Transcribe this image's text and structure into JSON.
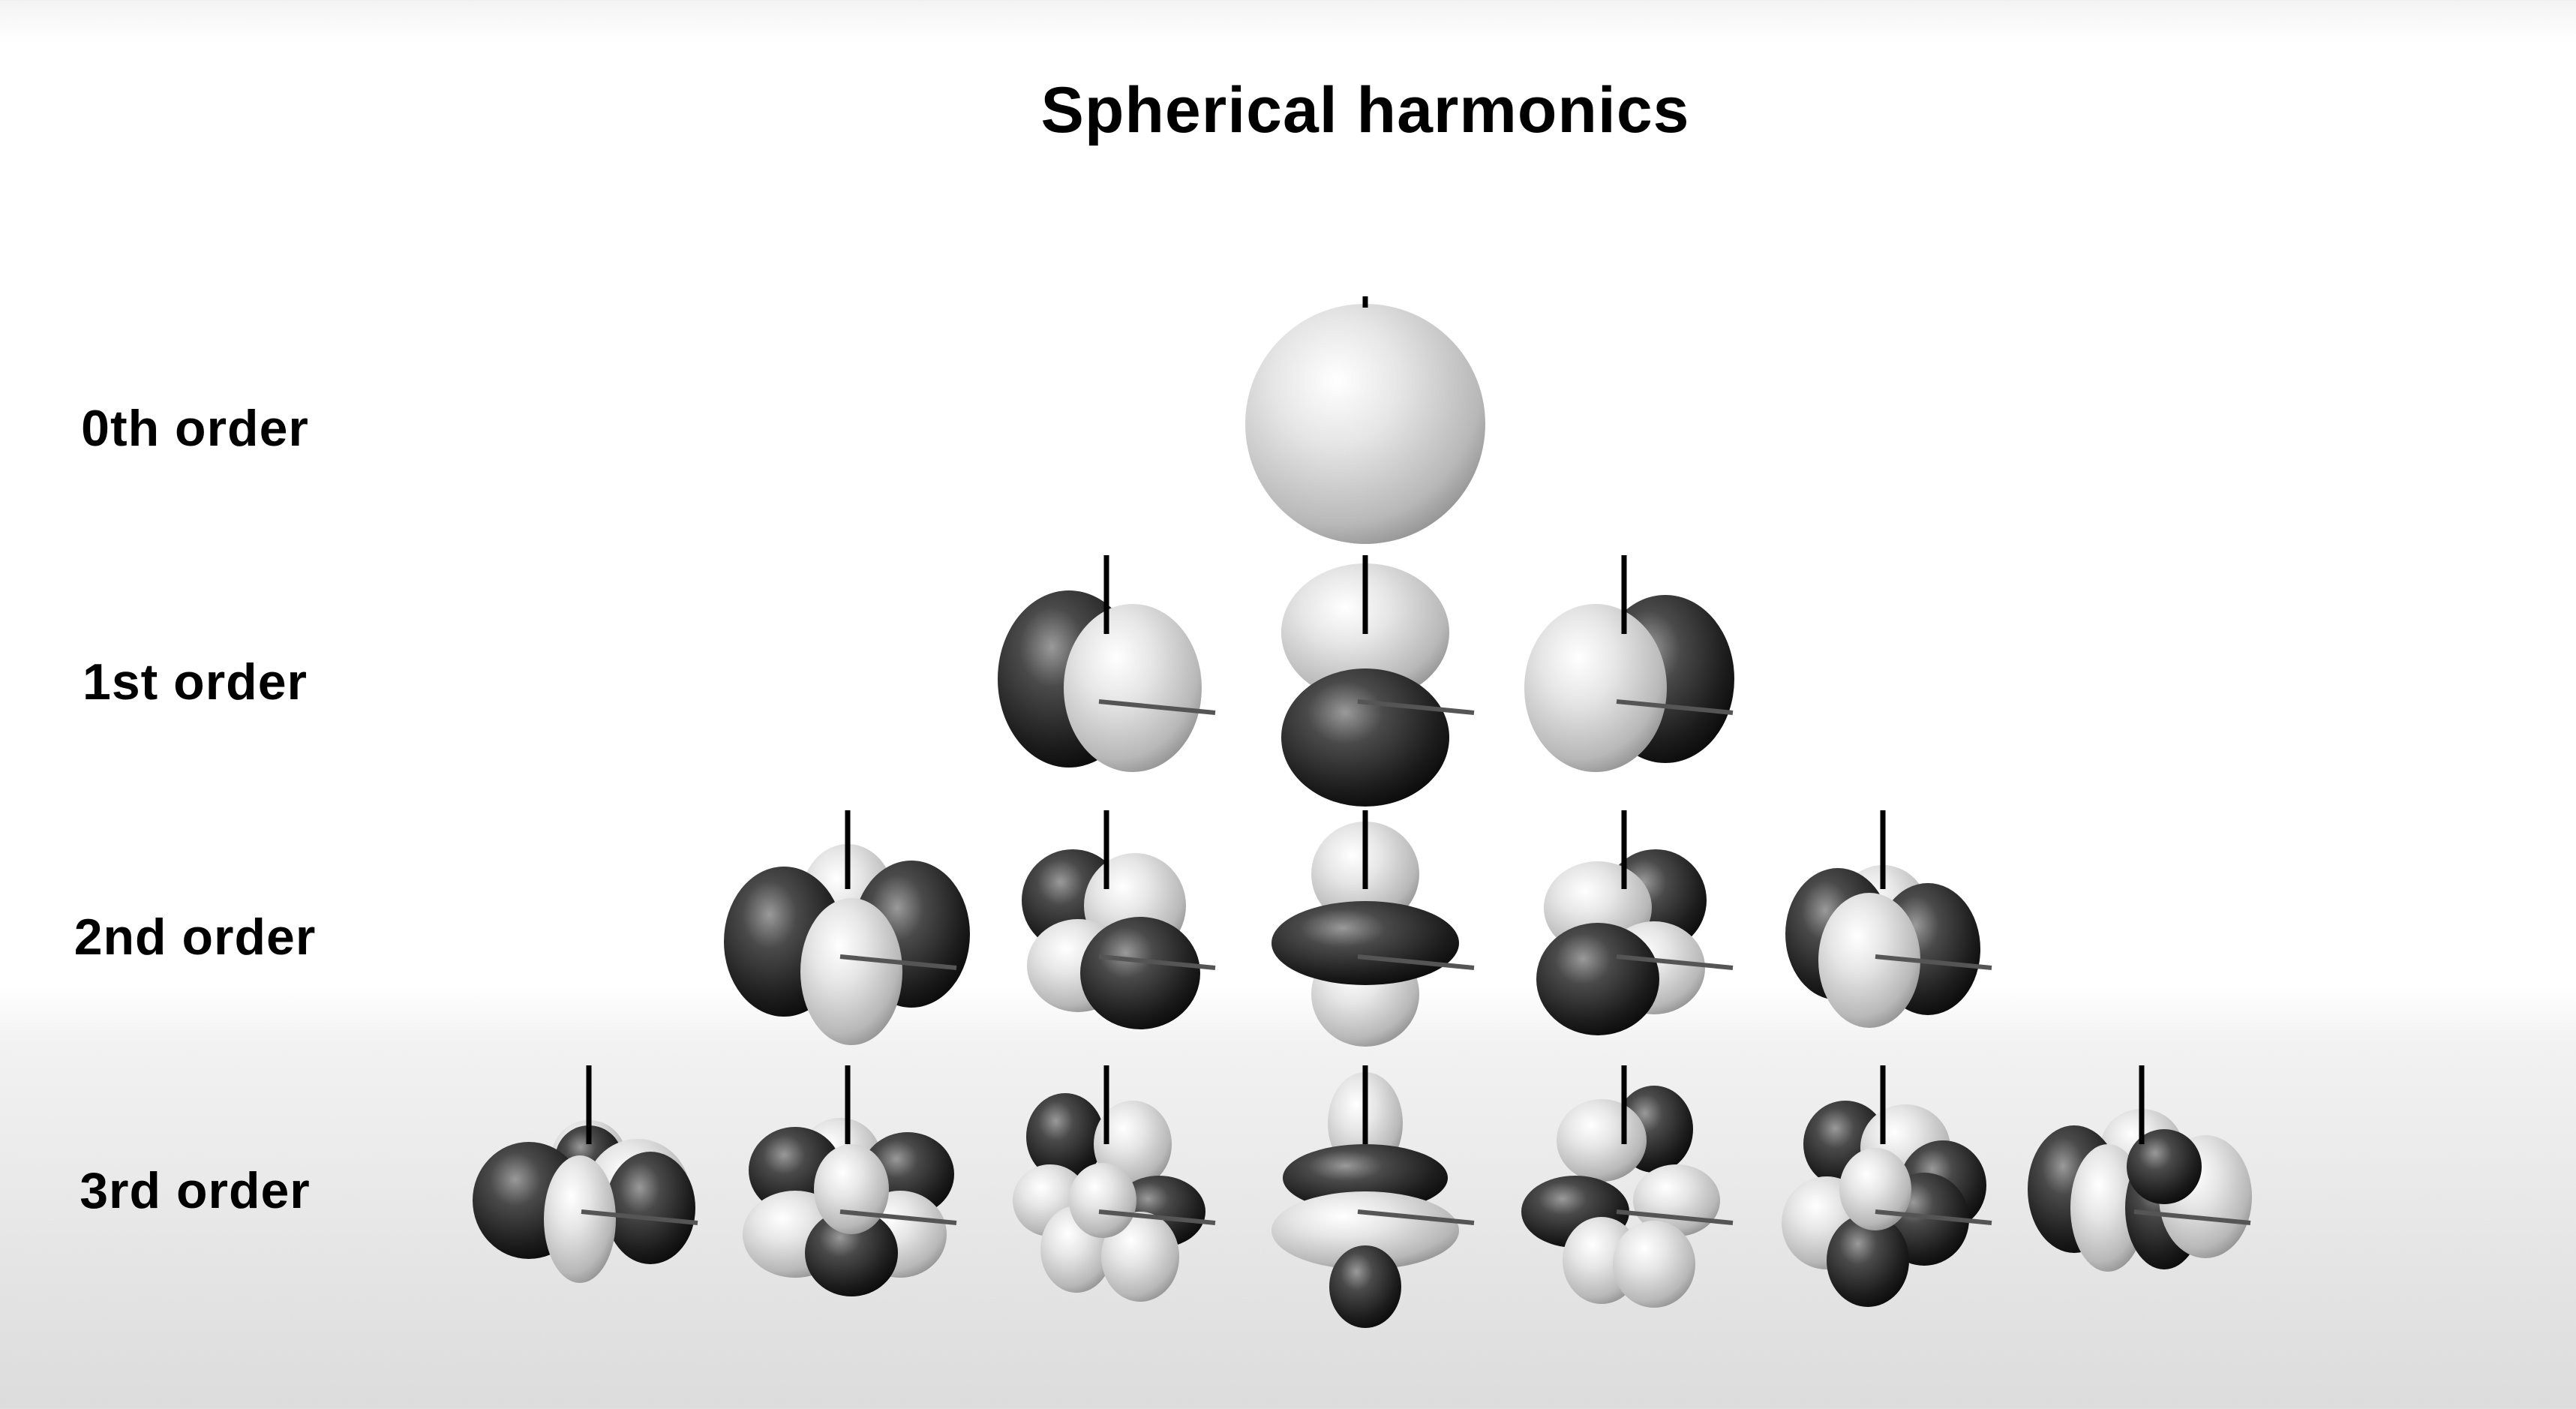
{
  "title": "Spherical harmonics",
  "rows": [
    {
      "label": "0th order",
      "count": 1
    },
    {
      "label": "1st order",
      "count": 3
    },
    {
      "label": "2nd order",
      "count": 5
    },
    {
      "label": "3rd order",
      "count": 7
    }
  ]
}
